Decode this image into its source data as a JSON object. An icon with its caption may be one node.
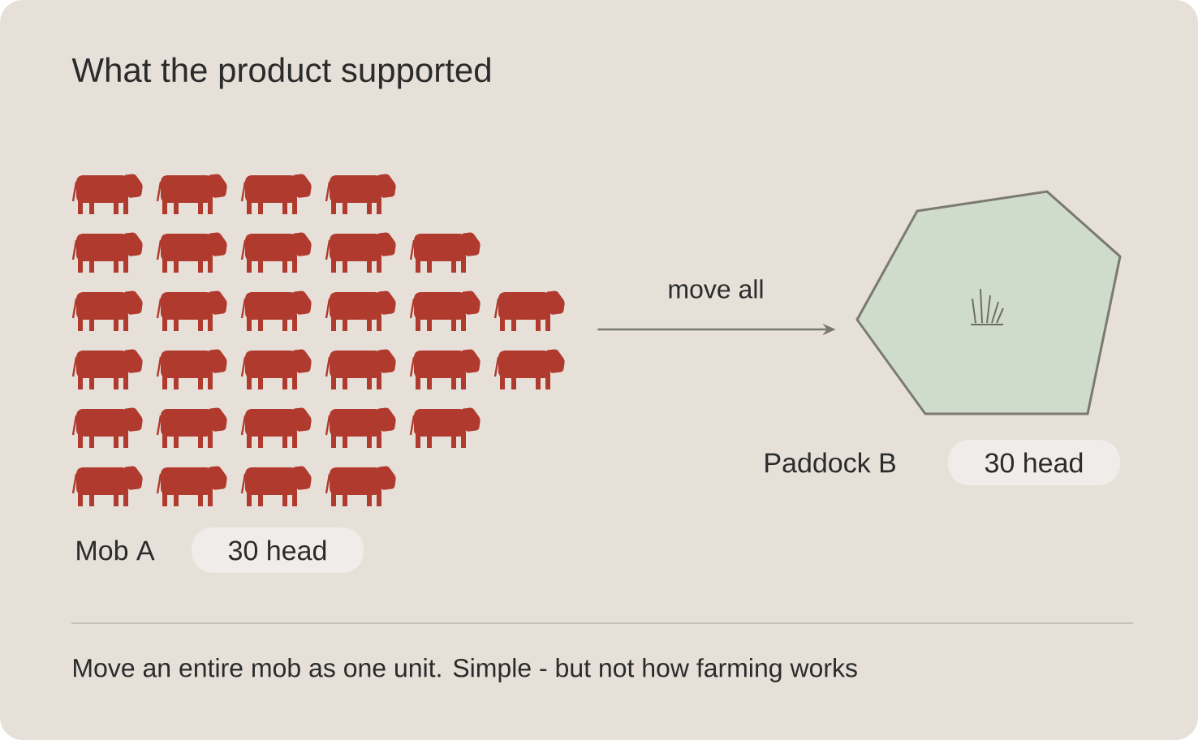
{
  "diagram": {
    "title": "What the product supported",
    "caption": "Move an entire mob as one unit. Simple - but not how farming works",
    "nodes": [
      {
        "text": [],
        "shape": "picture",
        "beside": [
          "Mob A",
          "30 head"
        ]
      },
      {
        "text": [],
        "shape": "pentagon",
        "beside": [
          "Paddock B",
          "30 head"
        ]
      }
    ],
    "edges": [
      {
        "from": 0,
        "to": 1,
        "arrow": "to",
        "label": "move all"
      }
    ]
  }
}
